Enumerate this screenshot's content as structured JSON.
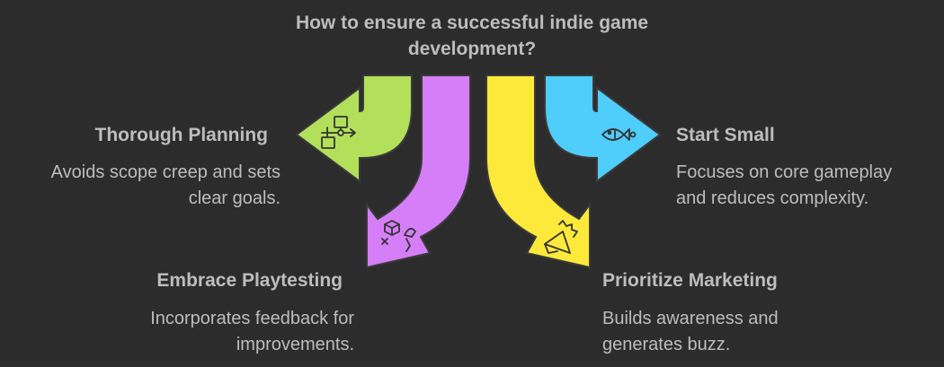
{
  "title": "How to ensure a successful indie game development?",
  "colors": {
    "background": "#2c2c2c",
    "text": "#bdbdbd",
    "green": "#b2e05a",
    "purple": "#d67ef7",
    "yellow": "#fce93a",
    "blue": "#4fcdfb",
    "outline": "#3a3a3a"
  },
  "items": [
    {
      "heading": "Thorough Planning",
      "description": "Avoids scope creep and sets clear goals.",
      "icon": "flowchart-icon",
      "color": "green"
    },
    {
      "heading": "Embrace Playtesting",
      "description": "Incorporates feedback for improvements.",
      "icon": "playtesting-icon",
      "color": "purple"
    },
    {
      "heading": "Prioritize Marketing",
      "description": "Builds awareness and generates buzz.",
      "icon": "megaphone-icon",
      "color": "yellow"
    },
    {
      "heading": "Start Small",
      "description": "Focuses on core gameplay and reduces complexity.",
      "icon": "small-fish-icon",
      "color": "blue"
    }
  ]
}
